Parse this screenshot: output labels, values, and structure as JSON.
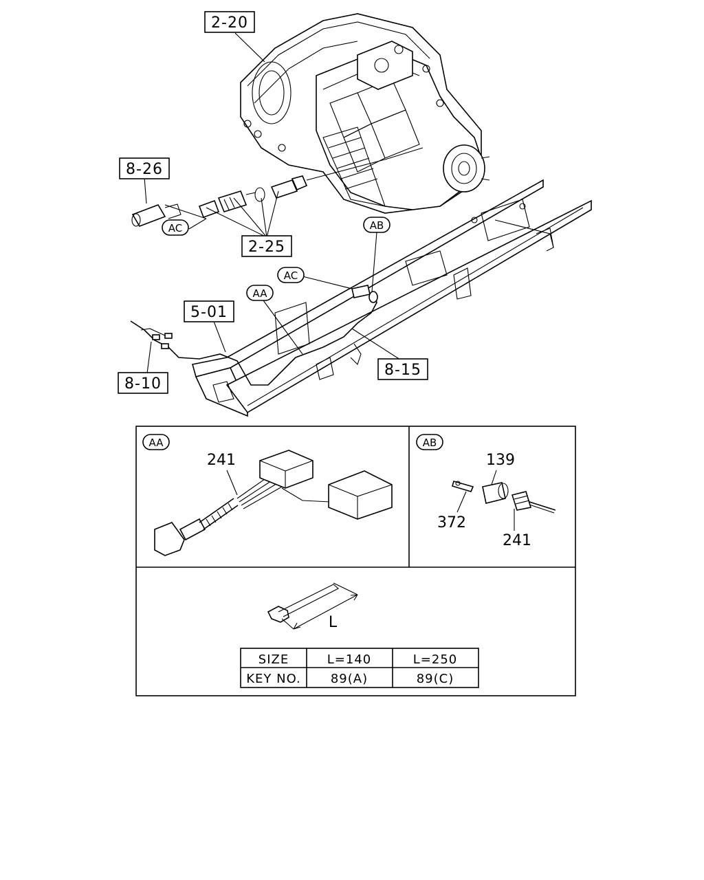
{
  "callouts": {
    "c_2_20": "2-20",
    "c_8_26": "8-26",
    "c_2_25": "2-25",
    "c_5_01": "5-01",
    "c_8_10": "8-10",
    "c_8_15": "8-15"
  },
  "bubbles": {
    "ac_top": "AC",
    "ab_top": "AB",
    "ac_mid": "AC",
    "aa_mid": "AA"
  },
  "detail_aa": {
    "tag": "AA",
    "part": "241"
  },
  "detail_ab": {
    "tag": "AB",
    "part_139": "139",
    "part_372": "372",
    "part_241": "241"
  },
  "clip_detail": {
    "dimension_label": "L",
    "table": {
      "row1": [
        "SIZE",
        "L=140",
        "L=250"
      ],
      "row2": [
        "KEY NO.",
        "89(A)",
        "89(C)"
      ]
    }
  }
}
